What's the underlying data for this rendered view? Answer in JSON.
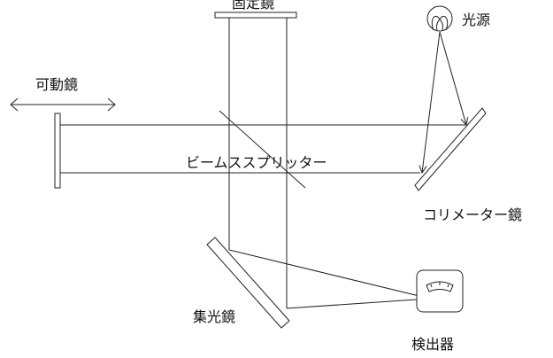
{
  "labels": {
    "fixed_mirror": "固定鏡",
    "light_source": "光源",
    "movable_mirror": "可動鏡",
    "beam_splitter": "ビームススプリッター",
    "collimator_mirror": "コリメーター鏡",
    "condenser_mirror": "集光鏡",
    "detector": "検出器"
  },
  "colors": {
    "line": "#222222",
    "background": "#ffffff"
  }
}
